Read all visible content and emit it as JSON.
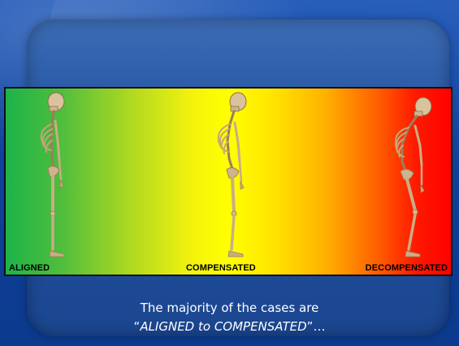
{
  "slide": {
    "stages": [
      {
        "label": "ALIGNED",
        "icon": "upright-skeleton-icon"
      },
      {
        "label": "COMPENSATED",
        "icon": "slightly-bent-skeleton-icon"
      },
      {
        "label": "DECOMPENSATED",
        "icon": "stooped-skeleton-icon"
      }
    ],
    "band_colors": [
      "#1db34a",
      "#ffff00",
      "#ff0000"
    ],
    "caption": {
      "line1": "The majority of the cases are",
      "open_quote": "“",
      "emphasis": "ALIGNED to COMPENSATED",
      "close": "”…"
    }
  }
}
